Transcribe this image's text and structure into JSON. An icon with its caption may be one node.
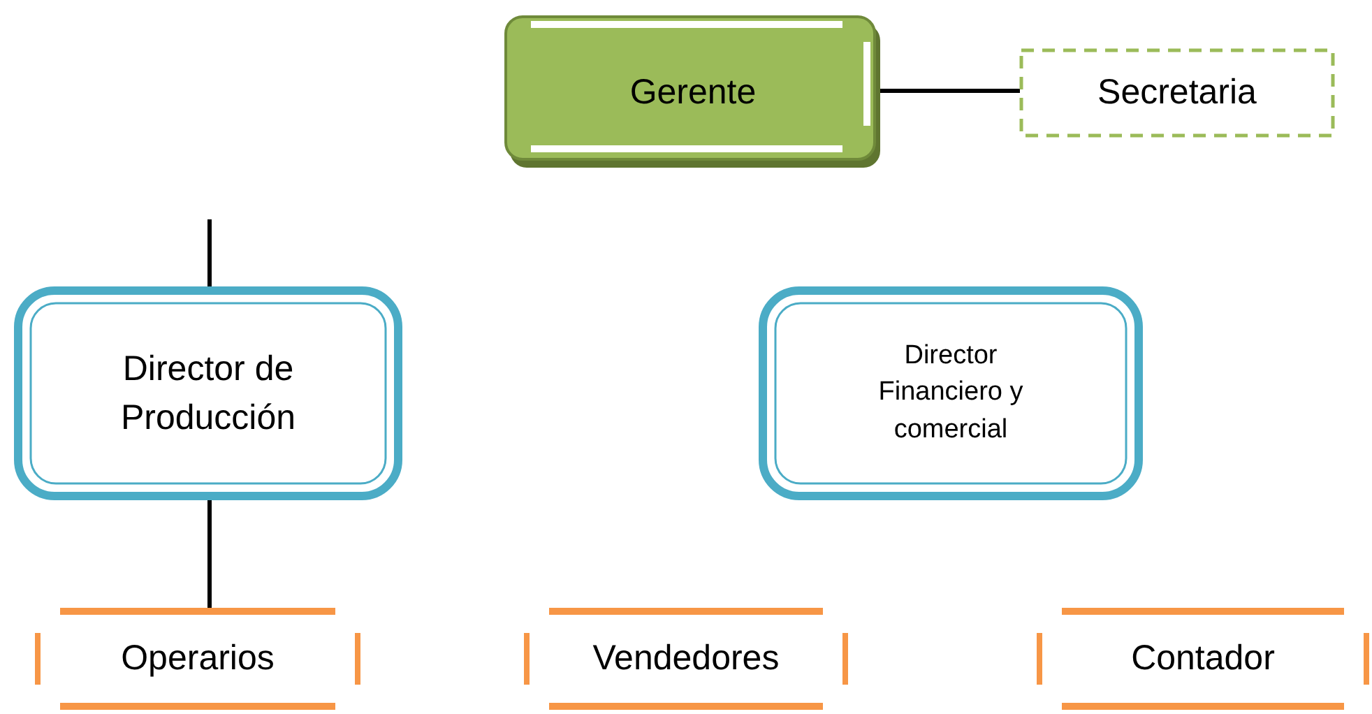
{
  "diagram": {
    "nodes": [
      {
        "text": [
          "Gerente"
        ]
      },
      {
        "text": [
          "Secretaria"
        ]
      },
      {
        "text": [
          "Director de Producción"
        ]
      },
      {
        "text": [
          "Director Financiero y comercial"
        ]
      },
      {
        "text": [
          "Operarios"
        ]
      },
      {
        "text": [
          "Vendedores"
        ]
      },
      {
        "text": [
          "Contador"
        ]
      }
    ],
    "edges": [
      {
        "from": 0,
        "to": 1,
        "arrow": "none"
      },
      {
        "from": null,
        "to": 2,
        "arrow": "none"
      },
      {
        "from": 2,
        "to": 4,
        "arrow": "none"
      }
    ]
  }
}
